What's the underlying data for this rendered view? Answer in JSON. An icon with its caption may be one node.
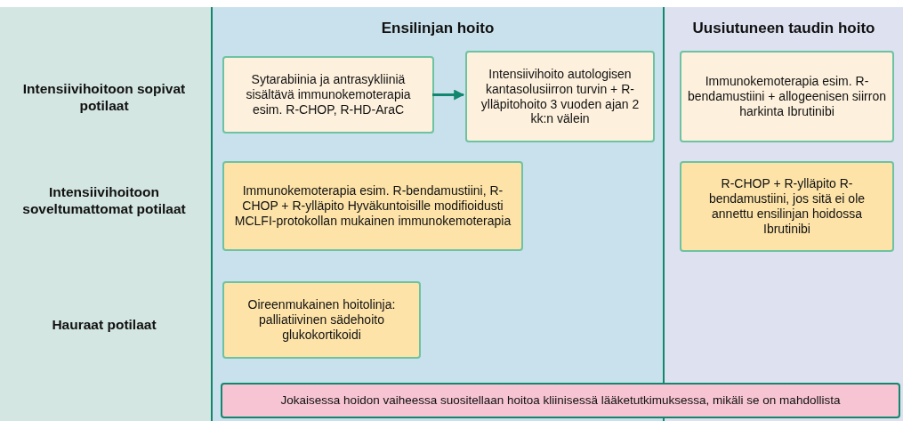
{
  "diagram": {
    "nodes": [
      {
        "text": [
          "Intensiivihoitoon sopivat potilaat",
          "Intensiivihoitoon soveltumattomat potilaat",
          "Hauraat potilaat"
        ]
      },
      {
        "text": [
          "Ensilinjan hoito"
        ]
      },
      {
        "text": [
          "Uusiutuneen taudin hoito"
        ]
      },
      {
        "text": [
          "Sytarabiinia ja antrasykliiniä sisältävä immunokemoterapia esim. R-CHOP, R-HD-AraC"
        ],
        "in": 1
      },
      {
        "text": [
          "Intensiivihoito autologisen kantasolusiirron turvin + R-ylläpitohoito 3 vuoden ajan 2 kk:n välein"
        ],
        "in": 1
      },
      {
        "text": [
          "Immunokemoterapia esim. R-bendamustiini + allogeenisen siirron harkinta Ibrutinibi"
        ],
        "in": 2
      },
      {
        "text": [
          "Immunokemoterapia esim. R-bendamustiini, R-CHOP + R-ylläpito Hyväkuntoisille modifioidusti MCLFI-protokollan mukainen immunokemoterapia"
        ],
        "in": 1
      },
      {
        "text": [
          "R-CHOP + R-ylläpito R-bendamustiini, jos sitä ei ole annettu ensilinjan hoidossa Ibrutinibi"
        ],
        "in": 2
      },
      {
        "text": [
          "Oireenmukainen hoitolinja: palliatiivinen sädehoito glukokortikoidi"
        ],
        "in": 1
      },
      {
        "text": [
          "Jokaisessa hoidon vaiheessa suositellaan hoitoa kliinisessä lääketutkimuksessa, mikäli se on mahdollista"
        ]
      }
    ],
    "edges": [
      {
        "from": 3,
        "to": 4,
        "arrow": "to"
      }
    ]
  }
}
